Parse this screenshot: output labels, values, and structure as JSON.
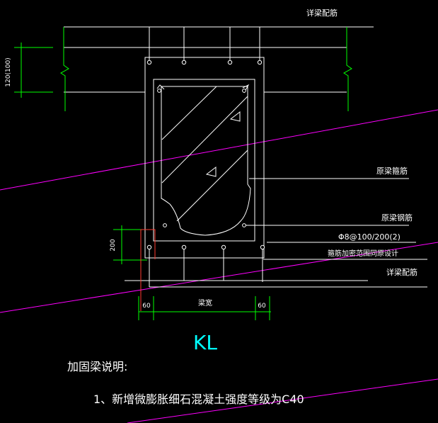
{
  "labels": {
    "top_right": "详梁配筋",
    "slab_thickness": "120(100)",
    "original_stirrup": "原梁箍筋",
    "original_rebar": "原梁钢筋",
    "stirrup_spec": "Φ8@100/200(2)",
    "anchor_note": "箍筋加密范围同原设计",
    "bottom_right": "详梁配筋",
    "dim_200": "200",
    "dim_left_60": "60",
    "dim_width": "梁宽",
    "dim_right_60": "60",
    "section_name": "KL",
    "notes_title": "加固梁说明:",
    "note_1": "1、新增微膨胀细石混凝土强度等级为C40"
  },
  "colors": {
    "background": "#000000",
    "structure": "#ffffff",
    "dimension": "#00ff00",
    "hatch": "#ff00ff",
    "title": "#00ffff",
    "highlight": "#ff3b30"
  }
}
